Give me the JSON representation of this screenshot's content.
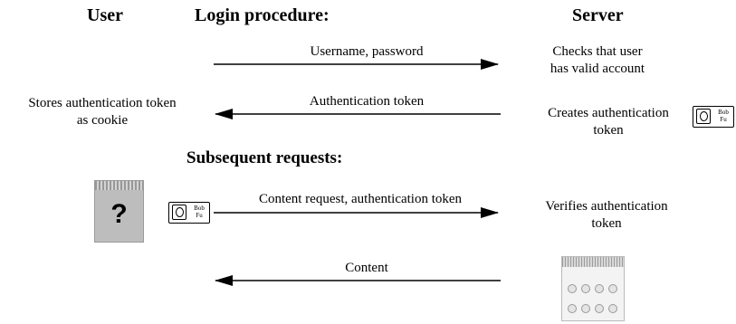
{
  "headers": {
    "user": "User",
    "login": "Login procedure:",
    "server": "Server",
    "subsequent": "Subsequent requests:"
  },
  "messages": {
    "username_password": "Username, password",
    "auth_token_reply": "Authentication token",
    "content_request": "Content request, authentication token",
    "content": "Content"
  },
  "server_actions": {
    "checks_line1": "Checks that user",
    "checks_line2": "has valid account",
    "creates_line1": "Creates authentication",
    "creates_line2": "token",
    "verifies_line1": "Verifies authentication",
    "verifies_line2": "token"
  },
  "user_actions": {
    "stores_line1": "Stores authentication token",
    "stores_line2": "as cookie"
  },
  "token_card": {
    "name_line1": "Bob",
    "name_line2": "Fu"
  },
  "browser_placeholder": {
    "glyph": "?"
  },
  "icons": [
    "token-card-icon",
    "browser-unknown-icon",
    "web-page-icon"
  ]
}
